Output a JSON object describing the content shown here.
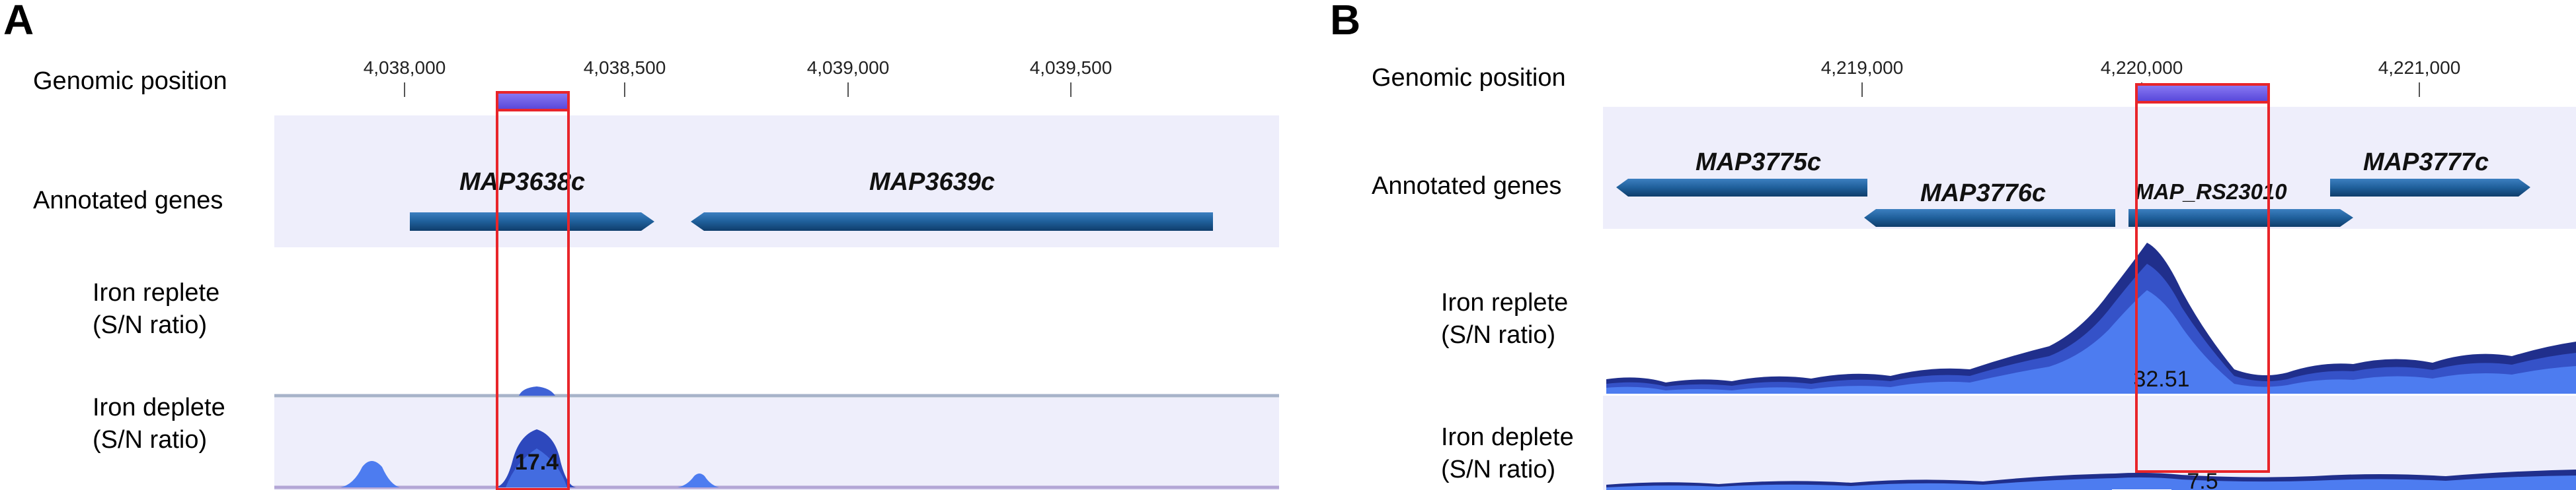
{
  "panel_a": {
    "letter": "A",
    "labels": {
      "genomic_position": "Genomic position",
      "annotated_genes": "Annotated genes",
      "iron_replete_1": "Iron replete",
      "iron_replete_2": "(S/N ratio)",
      "iron_deplete_1": "Iron deplete",
      "iron_deplete_2": "(S/N ratio)"
    },
    "ticks": [
      "4,038,000",
      "4,038,500",
      "4,039,000",
      "4,039,500"
    ],
    "genes": [
      "MAP3638c",
      "MAP3639c"
    ],
    "deplete_value": "17.4"
  },
  "panel_b": {
    "letter": "B",
    "labels": {
      "genomic_position": "Genomic position",
      "annotated_genes": "Annotated genes",
      "iron_replete_1": "Iron replete",
      "iron_replete_2": "(S/N ratio)",
      "iron_deplete_1": "Iron deplete",
      "iron_deplete_2": "(S/N ratio)"
    },
    "ticks": [
      "4,219,000",
      "4,220,000",
      "4,221,000"
    ],
    "genes": [
      "MAP3775c",
      "MAP3776c",
      "MAP_RS23010",
      "MAP3777c"
    ],
    "replete_value": "32.51",
    "deplete_value": "7.5"
  },
  "colors": {
    "track_bg": "#eeeefb",
    "gene_arrow": "#1f5f9a",
    "signal_light": "#4d7cf0",
    "signal_mid": "#3552c8",
    "signal_dark": "#202f8c",
    "highlight_box": "#e8252a",
    "highlight_fill": "#6b5ce7"
  }
}
